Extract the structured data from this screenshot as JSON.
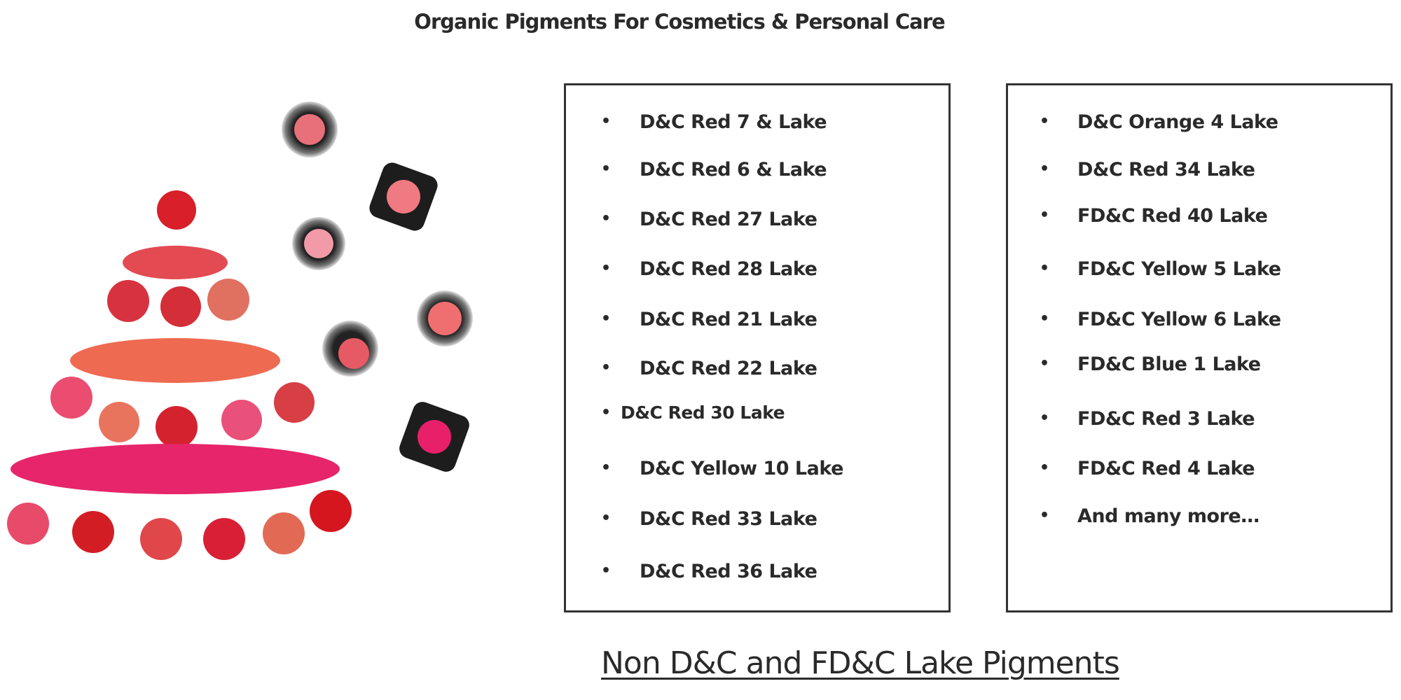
{
  "title": "Organic Pigments For Cosmetics & Personal Care",
  "left_list": [
    "D&C Red 7 & Lake",
    "D&C Red 6 & Lake",
    "D&C Red 27 Lake",
    "D&C Red 28 Lake",
    "D&C Red 21 Lake",
    "D&C Red 22 Lake",
    "D&C Red 30 Lake",
    "D&C Yellow 10 Lake",
    "D&C Red 33 Lake",
    "D&C Red 36 Lake"
  ],
  "right_list": [
    "D&C Orange 4 Lake",
    "D&C Red 34 Lake",
    "FD&C  Red 40 Lake",
    "FD&C Yellow 5 Lake",
    "FD&C Yellow 6 Lake",
    "FD&C Blue 1 Lake",
    "FD&C Red 3 Lake",
    "FD&C Red 4 Lake",
    "And many more…"
  ],
  "footer": "Non D&C and FD&C Lake Pigments",
  "bullet": "•"
}
